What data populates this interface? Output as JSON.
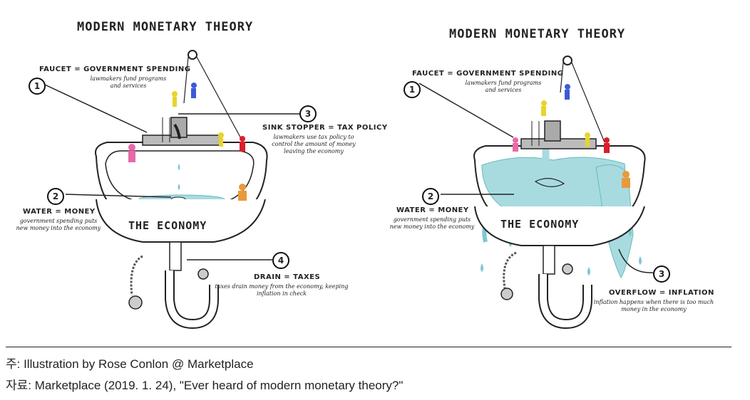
{
  "left": {
    "title": "MODERN MONETARY THEORY",
    "labels": {
      "faucet_num": "1",
      "faucet": "FAUCET = GOVERNMENT SPENDING",
      "faucet_sub": "lawmakers fund programs and services",
      "stopper_num": "3",
      "stopper": "SINK STOPPER = TAX POLICY",
      "stopper_sub": "lawmakers use tax policy to control the amount of money leaving the economy",
      "water_num": "2",
      "water": "WATER = MONEY",
      "water_sub": "government spending puts new money into the economy",
      "economy": "THE ECONOMY",
      "drain_num": "4",
      "drain": "DRAIN = TAXES",
      "drain_sub": "taxes drain money from the economy, keeping inflation in check"
    }
  },
  "right": {
    "title": "MODERN MONETARY THEORY",
    "labels": {
      "faucet_num": "1",
      "faucet": "FAUCET = GOVERNMENT SPENDING",
      "faucet_sub": "lawmakers fund programs and services",
      "water_num": "2",
      "water": "WATER = MONEY",
      "water_sub": "government spending puts new money into the economy",
      "economy": "THE ECONOMY",
      "overflow_num": "3",
      "overflow": "OVERFLOW = INFLATION",
      "overflow_sub": "inflation happens when there is too much money in the economy"
    }
  },
  "notes": {
    "source_illustration": "주: Illustration by Rose Conlon @ Marketplace",
    "source_material": "자료: Marketplace (2019. 1. 24), \"Ever heard of modern monetary theory?\""
  },
  "colors": {
    "water": "#a8dbe0",
    "pink": "#e86aa8",
    "yellow": "#e8d42a",
    "blue": "#3a5bd8",
    "red": "#d8202a",
    "orange": "#e89a3a"
  }
}
